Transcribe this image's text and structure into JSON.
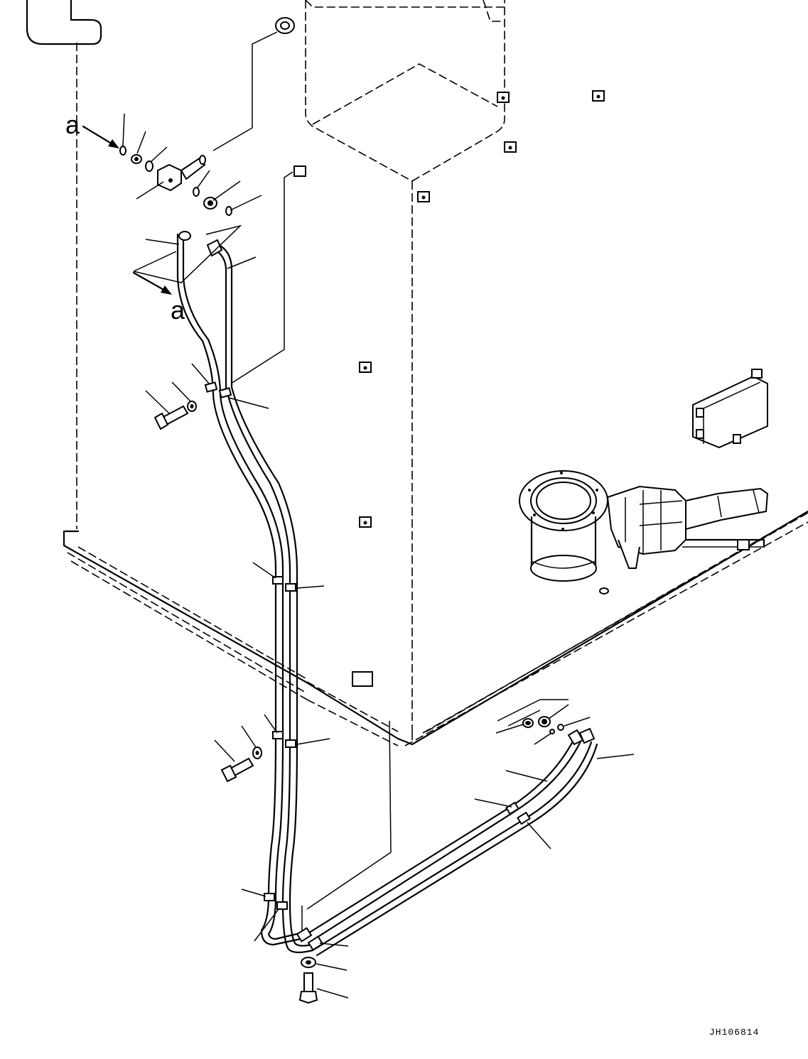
{
  "diagram": {
    "view_markers": [
      "a",
      "a"
    ],
    "drawing_number": "JH106814"
  }
}
